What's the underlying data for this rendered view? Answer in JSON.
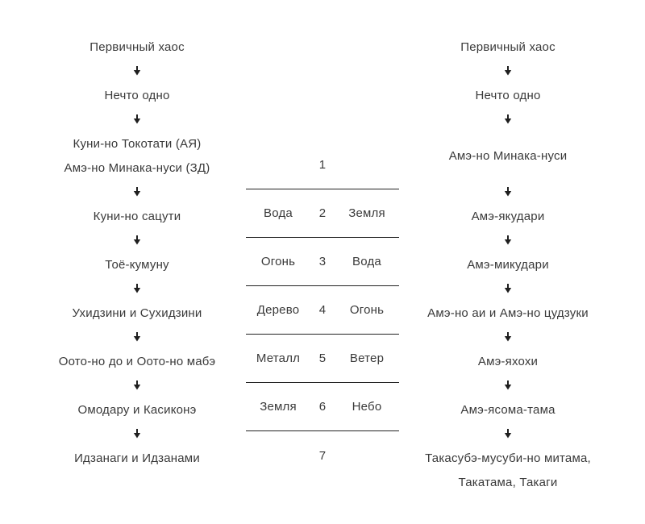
{
  "colors": {
    "background": "#ffffff",
    "text": "#3a3a3a",
    "line": "#222222",
    "arrow": "#1f1f1f"
  },
  "left_genealogy": {
    "steps": [
      {
        "kind": "text",
        "lines": [
          "Первичный хаос"
        ]
      },
      {
        "kind": "arrow"
      },
      {
        "kind": "text",
        "lines": [
          "Нечто одно"
        ]
      },
      {
        "kind": "arrow"
      },
      {
        "kind": "text",
        "lines": [
          "Куни-но Токотати (АЯ)",
          "Амэ-но Минака-нуси (ЗД)"
        ]
      },
      {
        "kind": "arrow"
      },
      {
        "kind": "text",
        "lines": [
          "Куни-но сацути"
        ]
      },
      {
        "kind": "arrow"
      },
      {
        "kind": "text",
        "lines": [
          "Тоё-кумуну"
        ]
      },
      {
        "kind": "arrow"
      },
      {
        "kind": "text",
        "lines": [
          "Ухидзини и Сухидзини"
        ]
      },
      {
        "kind": "arrow"
      },
      {
        "kind": "text",
        "lines": [
          "Оото-но до и Оото-но мабэ"
        ]
      },
      {
        "kind": "arrow"
      },
      {
        "kind": "text",
        "lines": [
          "Омодару и Касиконэ"
        ]
      },
      {
        "kind": "arrow"
      },
      {
        "kind": "text",
        "lines": [
          "Идзанаги и Идзанами"
        ]
      }
    ]
  },
  "center_table": {
    "rows": [
      {
        "left": "",
        "num": "1",
        "right": ""
      },
      {
        "left": "Вода",
        "num": "2",
        "right": "Земля"
      },
      {
        "left": "Огонь",
        "num": "3",
        "right": "Вода"
      },
      {
        "left": "Дерево",
        "num": "4",
        "right": "Огонь"
      },
      {
        "left": "Металл",
        "num": "5",
        "right": "Ветер"
      },
      {
        "left": "Земля",
        "num": "6",
        "right": "Небо"
      },
      {
        "left": "",
        "num": "7",
        "right": ""
      }
    ]
  },
  "right_genealogy": {
    "steps": [
      {
        "kind": "text",
        "lines": [
          "Первичный хаос"
        ]
      },
      {
        "kind": "arrow"
      },
      {
        "kind": "text",
        "lines": [
          "Нечто одно"
        ]
      },
      {
        "kind": "arrow"
      },
      {
        "kind": "text",
        "tall": true,
        "lines": [
          "Амэ-но Минака-нуси"
        ]
      },
      {
        "kind": "arrow"
      },
      {
        "kind": "text",
        "lines": [
          "Амэ-якудари"
        ]
      },
      {
        "kind": "arrow"
      },
      {
        "kind": "text",
        "lines": [
          "Амэ-микудари"
        ]
      },
      {
        "kind": "arrow"
      },
      {
        "kind": "text",
        "lines": [
          "Амэ-но аи и Амэ-но цудзуки"
        ]
      },
      {
        "kind": "arrow"
      },
      {
        "kind": "text",
        "lines": [
          "Амэ-яхохи"
        ]
      },
      {
        "kind": "arrow"
      },
      {
        "kind": "text",
        "lines": [
          "Амэ-ясома-тама"
        ]
      },
      {
        "kind": "arrow"
      },
      {
        "kind": "text",
        "lines": [
          "Такасубэ-мусуби-но митама,",
          "Такатама, Такаги"
        ]
      }
    ]
  }
}
